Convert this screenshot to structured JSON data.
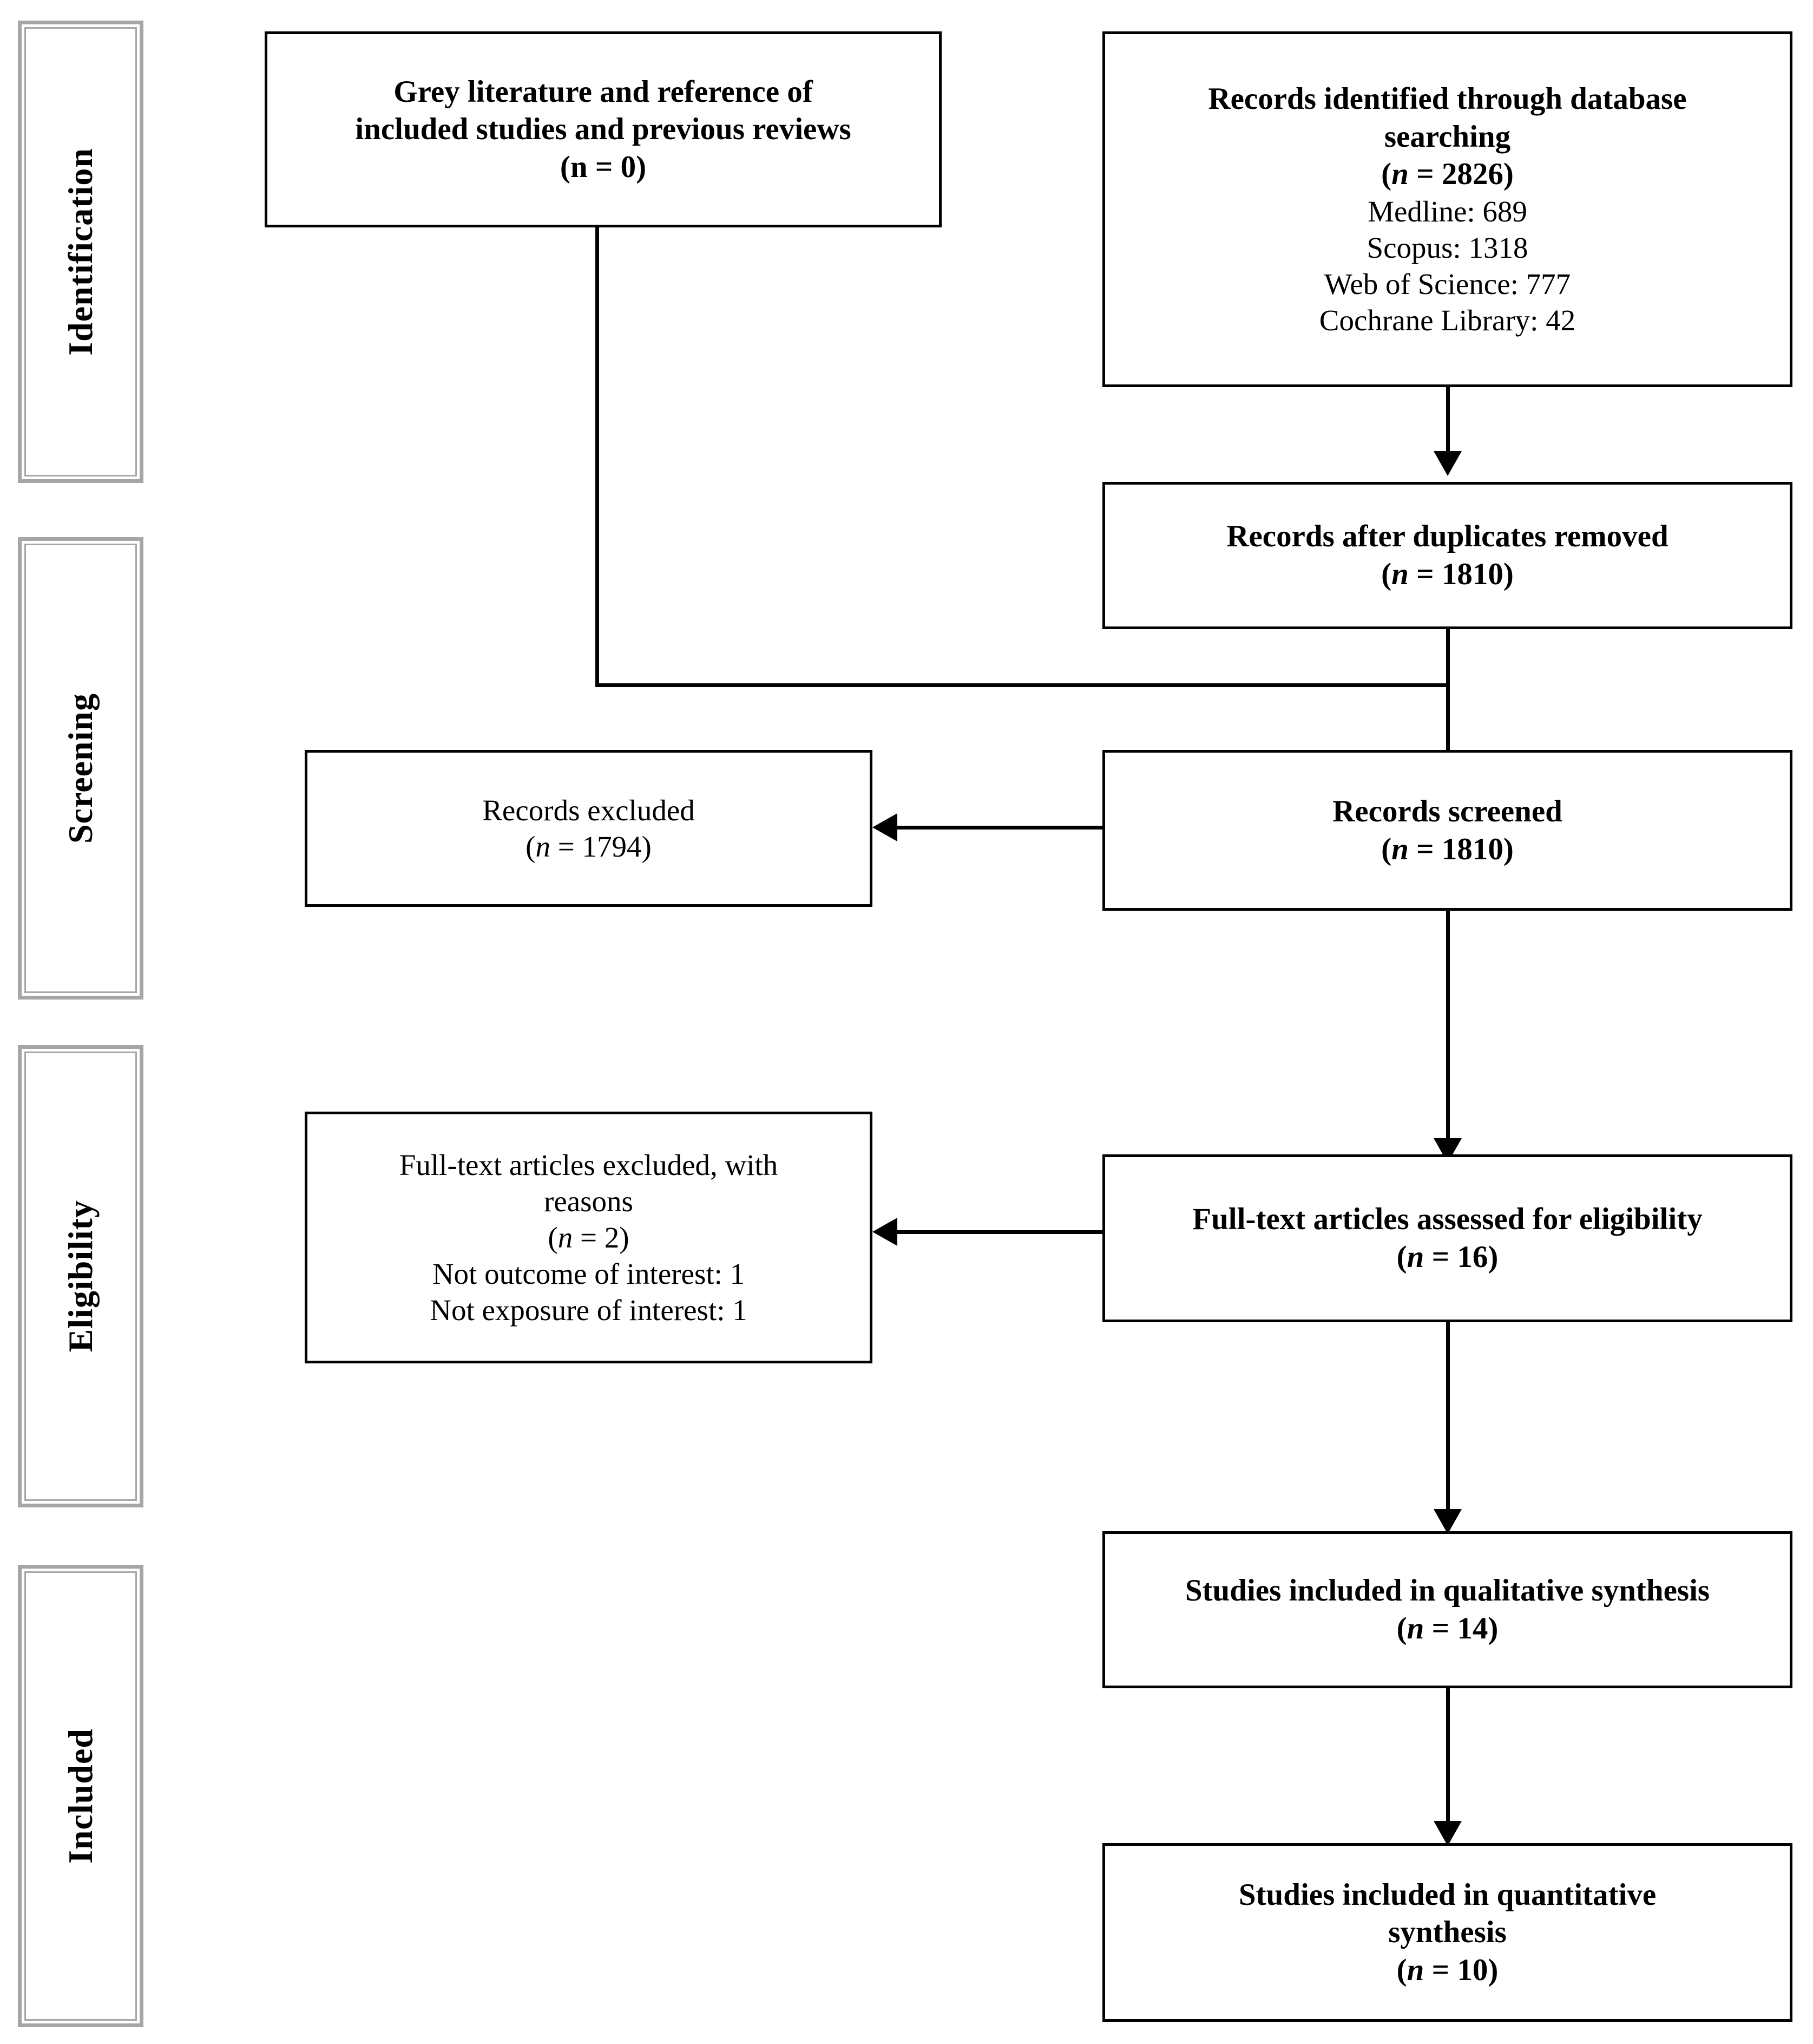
{
  "diagram": {
    "type": "prisma-flow-diagram",
    "stages": [
      {
        "id": "identification",
        "label": "Identification"
      },
      {
        "id": "screening",
        "label": "Screening"
      },
      {
        "id": "eligibility",
        "label": "Eligibility"
      },
      {
        "id": "included",
        "label": "Included"
      }
    ],
    "boxes": {
      "grey_literature": {
        "title_line_1": "Grey literature and reference of",
        "title_line_2": "included studies and previous reviews",
        "count_prefix": "(n",
        "count_value": " = 0)"
      },
      "database_search": {
        "title_line_1": "Records identified through database",
        "title_line_2": "searching",
        "count_open": "(",
        "count_n": "n",
        "count_value": " = 2826)",
        "sources": [
          "Medline: 689",
          "Scopus: 1318",
          "Web of Science: 777",
          "Cochrane Library: 42"
        ]
      },
      "duplicates_removed": {
        "title": "Records after duplicates removed",
        "count_open": "(",
        "count_n": "n",
        "count_value": " = 1810)"
      },
      "records_excluded": {
        "title": "Records excluded",
        "count_open": "(",
        "count_n": "n",
        "count_value": " = 1794)"
      },
      "records_screened": {
        "title": "Records screened",
        "count_open": "(",
        "count_n": "n",
        "count_value": " = 1810)"
      },
      "fulltext_excluded": {
        "title_line_1": "Full-text articles excluded, with",
        "title_line_2": "reasons",
        "count_open": "(",
        "count_n": "n",
        "count_value": " = 2)",
        "reasons": [
          "Not outcome of interest: 1",
          "Not exposure of interest: 1"
        ]
      },
      "fulltext_assessed": {
        "title": "Full-text articles assessed for eligibility",
        "count_open": "(",
        "count_n": "n",
        "count_value": " = 16)"
      },
      "qualitative_synthesis": {
        "title": "Studies included in qualitative synthesis",
        "count_open": "(",
        "count_n": "n",
        "count_value": " = 14)"
      },
      "quantitative_synthesis": {
        "title_line_1": "Studies included in quantitative",
        "title_line_2": "synthesis",
        "count_open": "(",
        "count_n": "n",
        "count_value": " = 10)"
      }
    },
    "colors": {
      "stage_border": "#a6a6a6",
      "box_border": "#000000",
      "connector": "#000000",
      "background": "#ffffff"
    }
  }
}
